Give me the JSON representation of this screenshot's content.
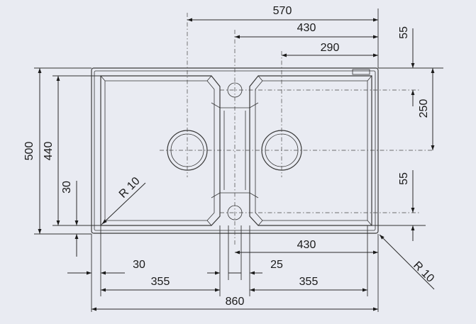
{
  "dimensions": {
    "overall_width": "860",
    "drain_span": "570",
    "right_bowl_span": "430",
    "right_drain_offset": "290",
    "overall_depth": "500",
    "bowl_depth": "440",
    "edge_30_left": "30",
    "top_offset": "55",
    "drain_depth": "250",
    "bottom_offset": "55",
    "right_bowl_bottom": "430",
    "gap_30": "30",
    "gap_25": "25",
    "left_bowl_width": "355",
    "right_bowl_width": "355",
    "radius_left": "R 10",
    "radius_right": "R 10"
  },
  "colors": {
    "background": "#e9ebf2",
    "line": "#2a2a2a"
  }
}
